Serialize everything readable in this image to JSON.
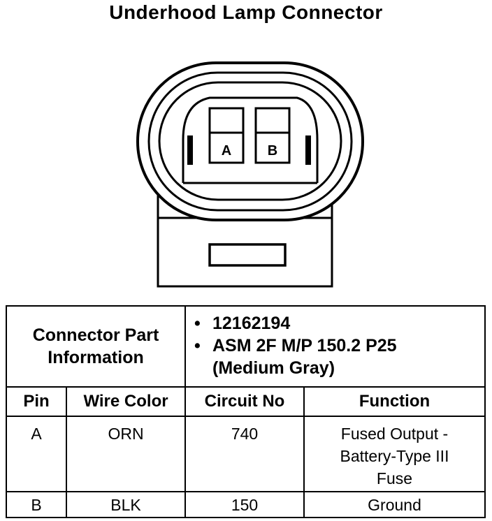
{
  "title": "Underhood Lamp Connector",
  "connector": {
    "pin_a_label": "A",
    "pin_b_label": "B"
  },
  "part_info": {
    "label_line1": "Connector Part",
    "label_line2": "Information",
    "part_number": "12162194",
    "assembly_line1": "ASM 2F M/P 150.2 P25",
    "assembly_line2": "(Medium Gray)"
  },
  "columns": {
    "pin": "Pin",
    "wire_color": "Wire Color",
    "circuit_no": "Circuit No",
    "function": "Function"
  },
  "rows": [
    {
      "pin": "A",
      "wire_color": "ORN",
      "circuit_no": "740",
      "function_line1": "Fused Output -",
      "function_line2": "Battery-Type III",
      "function_line3": "Fuse"
    },
    {
      "pin": "B",
      "wire_color": "BLK",
      "circuit_no": "150",
      "function_line1": "Ground"
    }
  ]
}
